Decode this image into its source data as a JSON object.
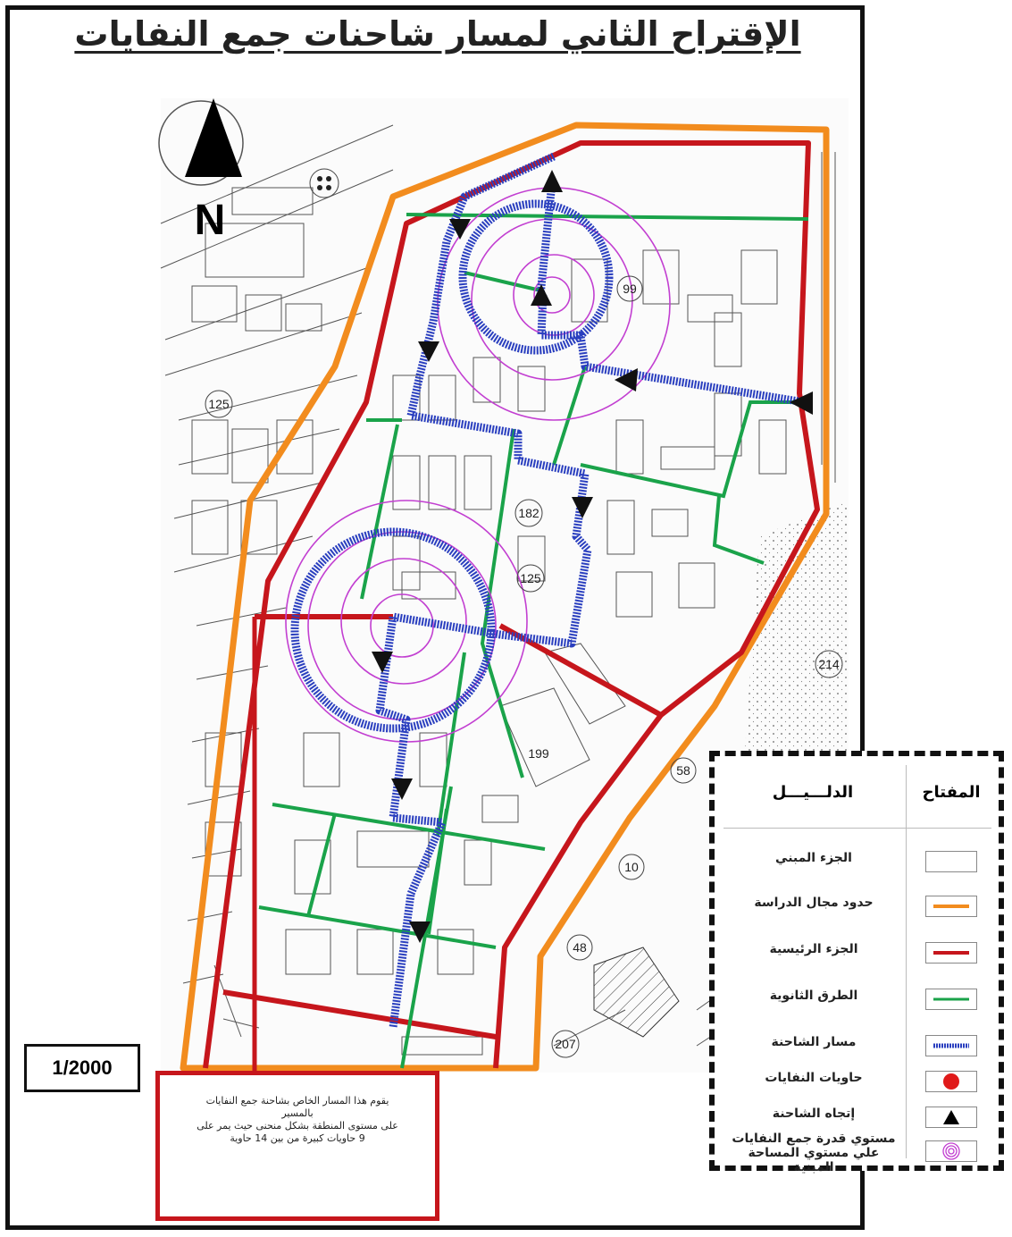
{
  "title": "الإقتراح الثاني لمسار شاحنات جمع النفايات",
  "north_label": "N",
  "scale_label": "1/2000",
  "block_labels": [
    {
      "id": "b125a",
      "text": "125"
    },
    {
      "id": "b99",
      "text": "99"
    },
    {
      "id": "b182",
      "text": "182"
    },
    {
      "id": "b125b",
      "text": "125"
    },
    {
      "id": "b199",
      "text": "199"
    },
    {
      "id": "b214",
      "text": "214"
    },
    {
      "id": "b58",
      "text": "58"
    },
    {
      "id": "b10",
      "text": "10"
    },
    {
      "id": "b48",
      "text": "48"
    },
    {
      "id": "b207",
      "text": "207"
    }
  ],
  "note": {
    "line1": "يقوم هذا المسار الخاص بشاحنة جمع النفايات",
    "line2": "بالمسير",
    "line3": "على مستوى المنطقة بشكل منحنى حيث يمر على",
    "line4": "9 حاويات كبيرة من بين 14 حاوية"
  },
  "legend": {
    "header_key": "المفتاح",
    "header_legend": "الدلـــيـــل",
    "items": [
      {
        "label": "الجزء المبني",
        "symbol": "box"
      },
      {
        "label": "حدود مجال الدراسة",
        "symbol": "orange-line"
      },
      {
        "label": "الجزء الرئيسية",
        "symbol": "red-line"
      },
      {
        "label": "الطرق الثانوية",
        "symbol": "green-line"
      },
      {
        "label": "مسار الشاحنة",
        "symbol": "blue-dotted-line"
      },
      {
        "label": "حاويات النفايات",
        "symbol": "red-dot"
      },
      {
        "label": "إتجاه الشاحنة",
        "symbol": "triangle"
      },
      {
        "label": "مستوي قدرة جمع النفايات",
        "label2": "علي مستوي المساحة المبنية",
        "symbol": "concentric-circles"
      }
    ]
  },
  "colors": {
    "study_boundary": "#f28c1e",
    "main_roads": "#c6161c",
    "secondary_roads": "#1aa34a",
    "truck_route": "#2a3fbf",
    "capacity_circles": "#c23fd1"
  }
}
